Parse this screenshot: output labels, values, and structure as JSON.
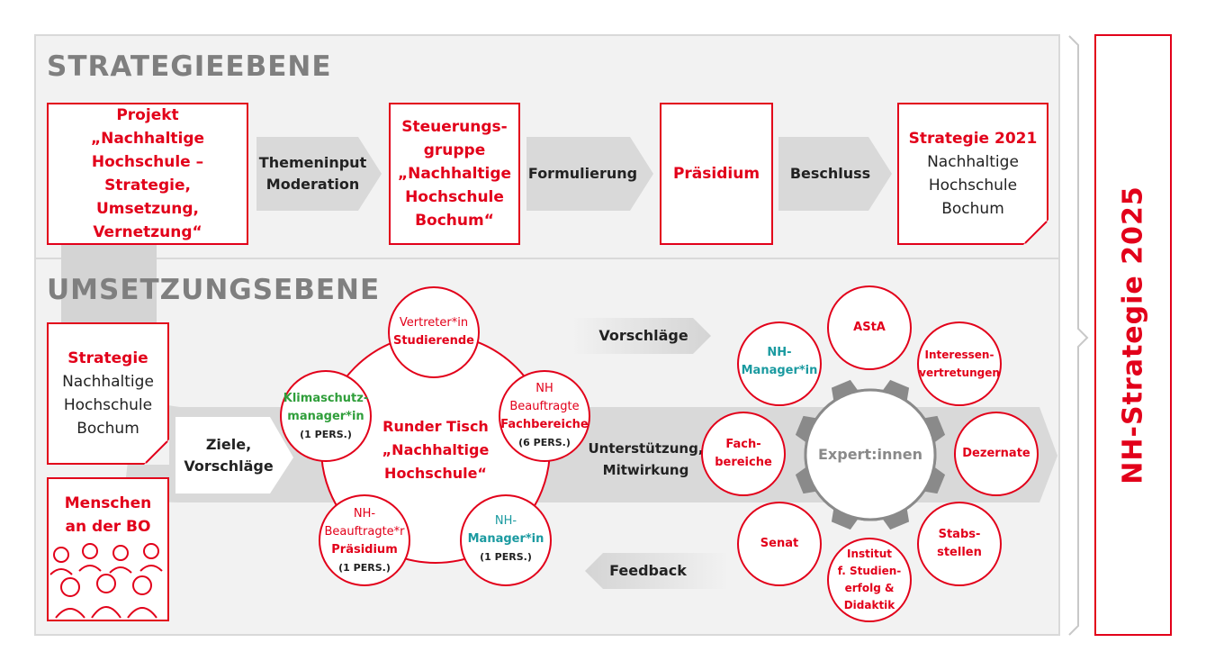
{
  "strategy_level": {
    "title": "STRATEGIEEBENE",
    "project_box": "Projekt „Nachhaltige Hochschule – Strategie, Umsetzung, Vernetzung“",
    "arrow1": [
      "Themeninput",
      "Moderation"
    ],
    "steering_box": [
      "Steuerungs-",
      "gruppe",
      "„Nachhaltige",
      "Hochschule",
      "Bochum“"
    ],
    "arrow2": "Formulierung",
    "praesidium_box": "Präsidium",
    "arrow3": "Beschluss",
    "strategy_doc": {
      "title": "Strategie 2021",
      "lines": [
        "Nachhaltige",
        "Hochschule",
        "Bochum"
      ]
    }
  },
  "implementation_level": {
    "title": "UMSETZUNGSEBENE",
    "strategy_doc": {
      "title": "Strategie",
      "lines": [
        "Nachhaltige",
        "Hochschule",
        "Bochum"
      ]
    },
    "people_box": [
      "Menschen",
      "an der BO"
    ],
    "arrow_goals": [
      "Ziele,",
      "Vorschläge"
    ],
    "round_table": {
      "center": [
        "Runder Tisch",
        "„Nachhaltige",
        "Hochschule“"
      ],
      "nodes": {
        "students": {
          "line1": "Vertreter*in",
          "line2": "Studierende"
        },
        "departments": {
          "line1": "NH",
          "line2": "Beauftragte",
          "line3": "Fachbereiche",
          "count": "(6 PERS.)"
        },
        "manager": {
          "line1": "NH-",
          "line2": "Manager*in",
          "count": "(1 PERS.)"
        },
        "presidium": {
          "line1": "NH-",
          "line2": "Beauftragte*r",
          "line3": "Präsidium",
          "count": "(1 PERS.)"
        },
        "climate": {
          "line1": "Klimaschutz-",
          "line2": "manager*in",
          "count": "(1 PERS.)"
        }
      }
    },
    "arrow_suggestions": "Vorschläge",
    "arrow_support": [
      "Unterstützung,",
      "Mitwirkung"
    ],
    "arrow_feedback": "Feedback",
    "experts": {
      "center": "Expert:innen",
      "nodes": {
        "asta": "AStA",
        "interest": [
          "Interessen-",
          "vertretungen"
        ],
        "dezernate": "Dezernate",
        "stabs": [
          "Stabs-",
          "stellen"
        ],
        "institut": [
          "Institut",
          "f. Studien-",
          "erfolg &",
          "Didaktik"
        ],
        "senat": "Senat",
        "fach": [
          "Fach-",
          "bereiche"
        ],
        "manager": [
          "NH-",
          "Manager*in"
        ]
      }
    }
  },
  "side_label": "NH-Strategie 2025",
  "colors": {
    "accent": "#e2001a",
    "grey": "#7f7f7f",
    "teal": "#1a9aa0",
    "green": "#2f9e3a"
  }
}
